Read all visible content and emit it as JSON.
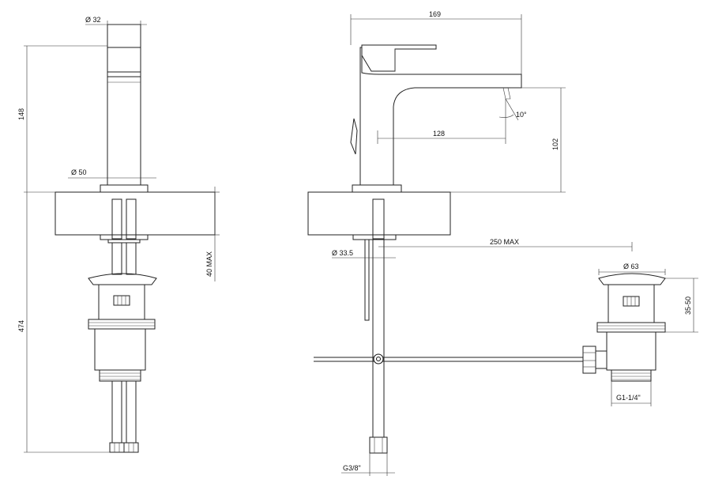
{
  "dimensions": {
    "diam_32": "Ø 32",
    "height_148": "148",
    "diam_50": "Ø 50",
    "height_474": "474",
    "max_40": "40 MAX",
    "width_169": "169",
    "reach_128": "128",
    "angle_10": "10°",
    "height_102": "102",
    "max_250": "250 MAX",
    "diam_33_5": "Ø 33.5",
    "diam_63": "Ø 63",
    "range_35_50": "35-50",
    "thread_g1_1_4": "G1-1/4\"",
    "thread_g3_8": "G3/8\""
  }
}
